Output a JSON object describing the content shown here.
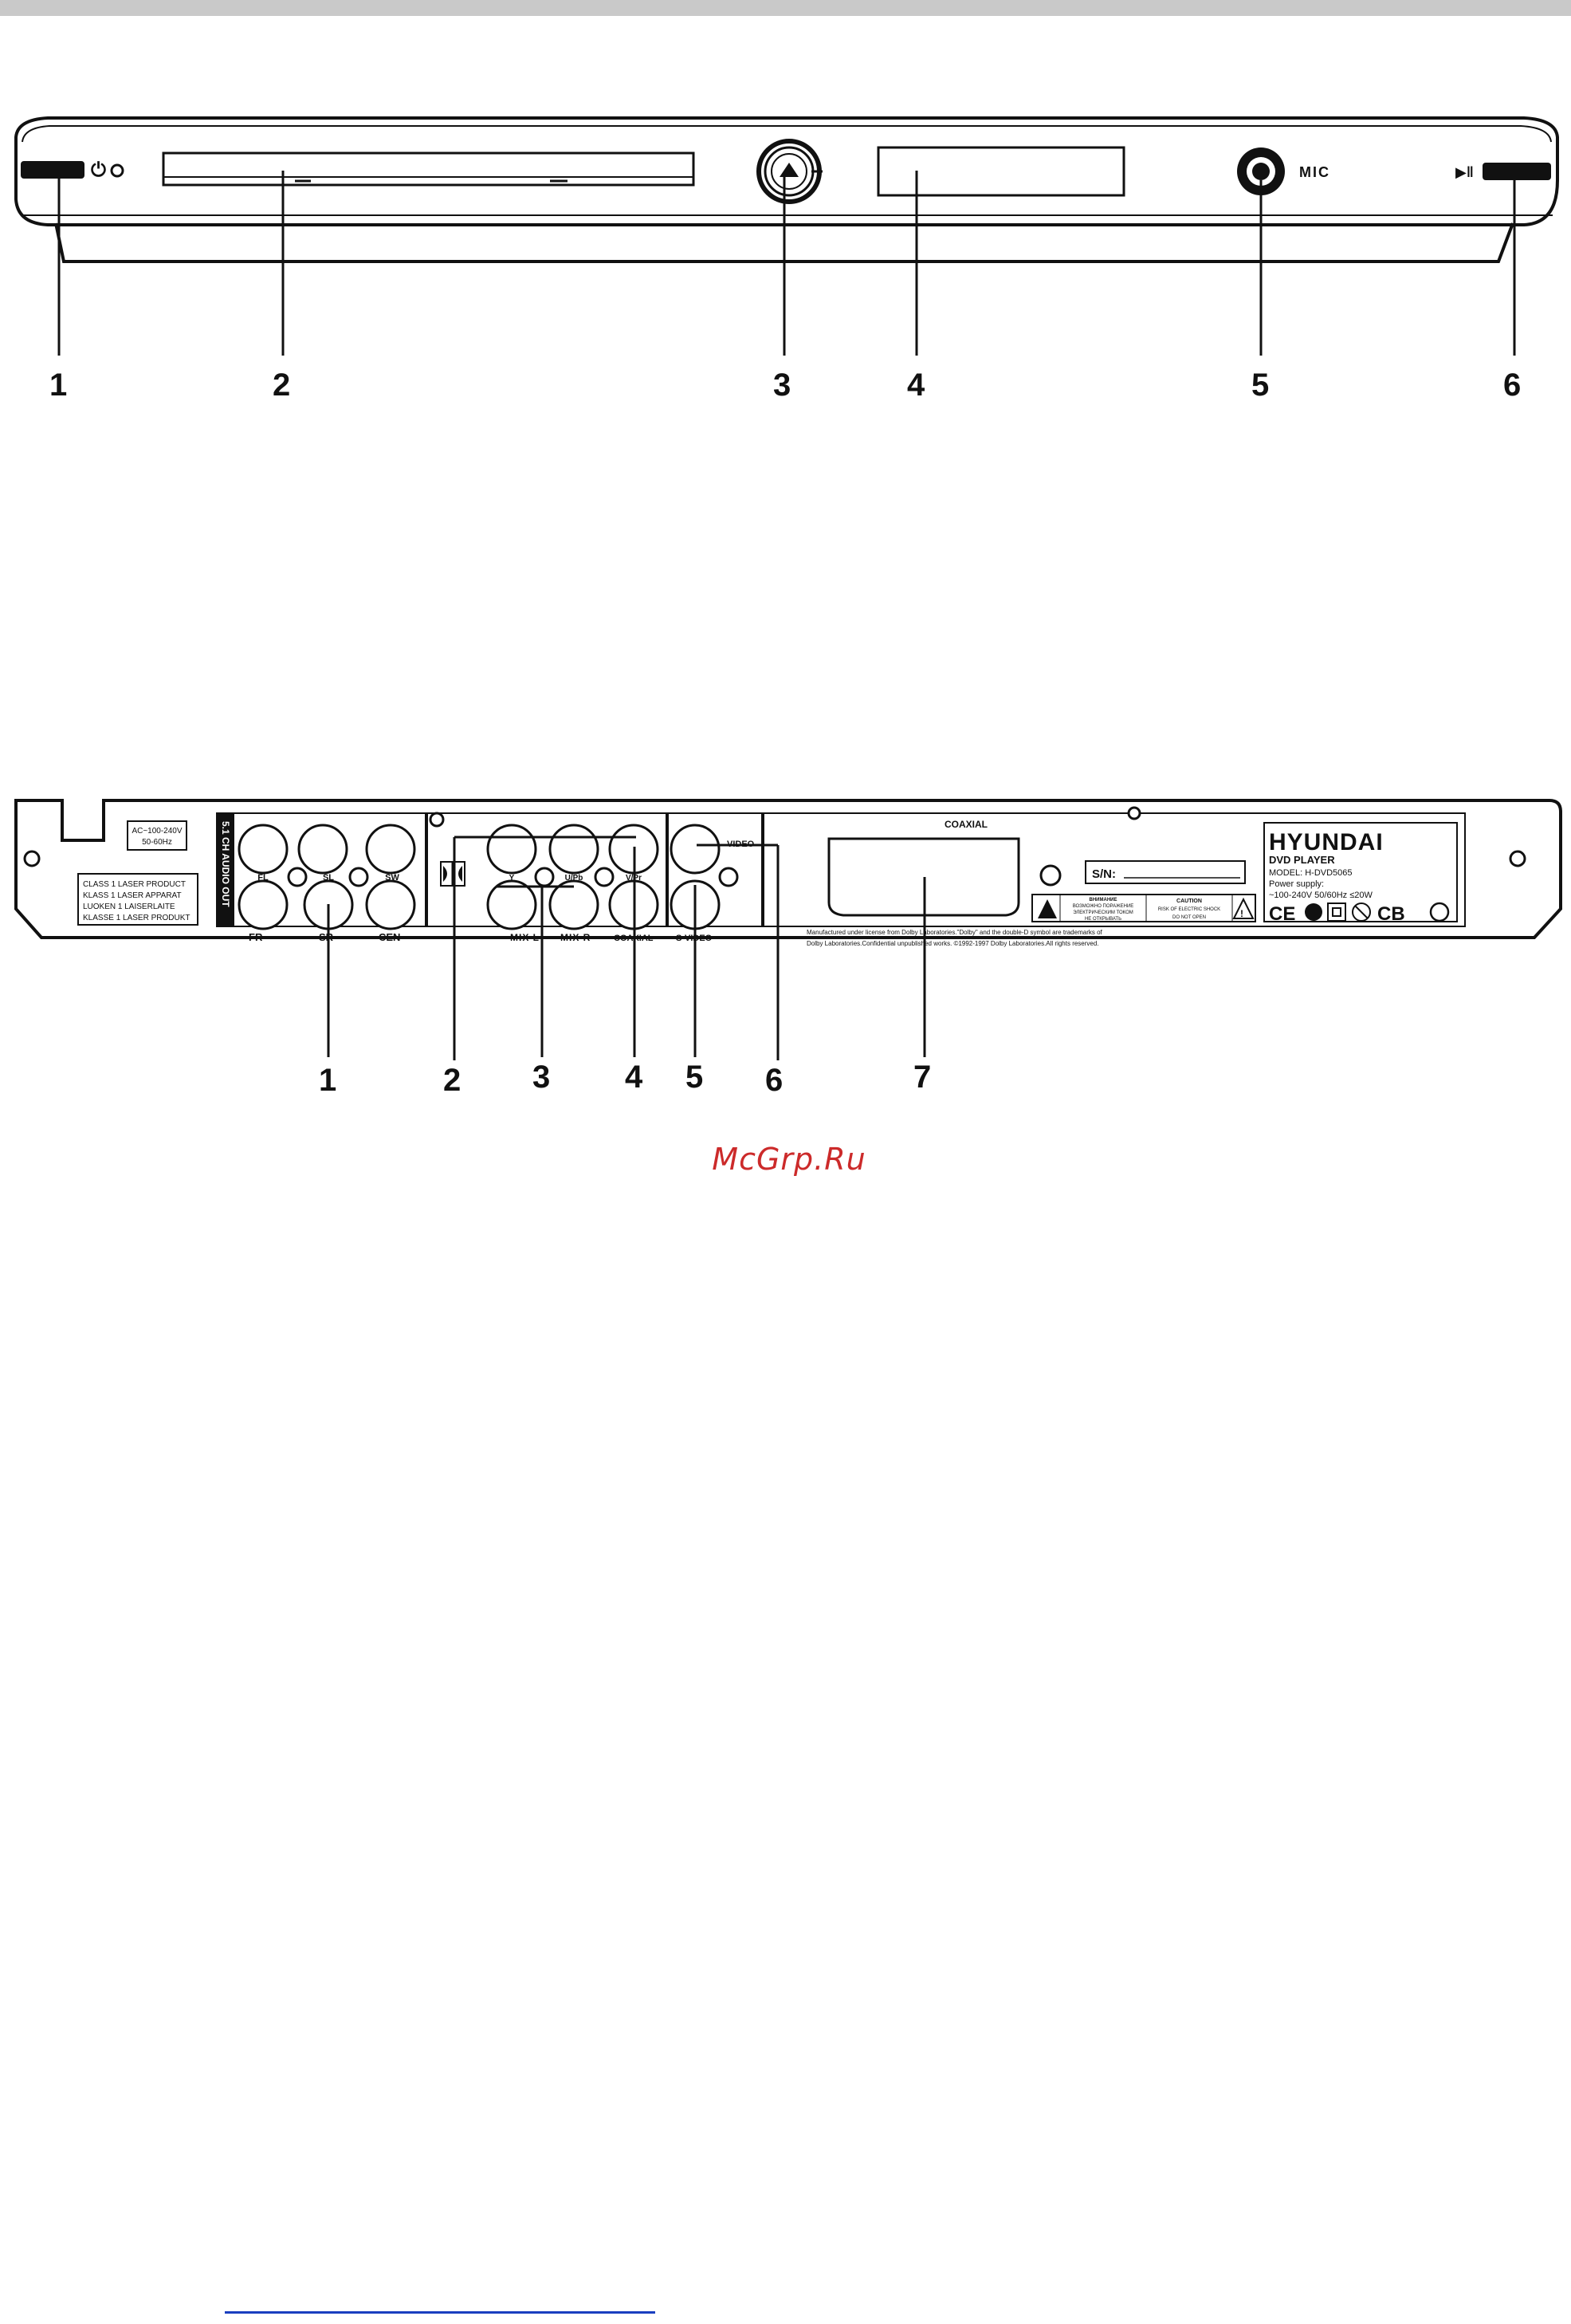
{
  "front_panel": {
    "power_symbol": "⏻",
    "mic_label": "MIC",
    "play_pause_symbol": "▶‖",
    "callouts": [
      "1",
      "2",
      "3",
      "4",
      "5",
      "6"
    ]
  },
  "rear_panel": {
    "ac_label": [
      "AC~100-240V",
      "50-60Hz"
    ],
    "laser_label": [
      "CLASS 1 LASER PRODUCT",
      "KLASS 1 LASER APPARAT",
      "LUOKEN 1 LAISERLAITE",
      "KLASSE 1 LASER PRODUKT"
    ],
    "audio_out_title": "5.1 CH AUDIO OUT",
    "jack_labels": {
      "fl": "FL",
      "sl": "SL",
      "sw": "SW",
      "fr": "FR",
      "sr": "SR",
      "cen": "CEN",
      "y": "Y",
      "ub": "U/Pb",
      "vr": "V/Pr",
      "mix_l": "MIX L",
      "mix_r": "MIX R",
      "coaxial": "COAXIAL",
      "video": "VIDEO",
      "svideo": "S-VIDEO"
    },
    "scart_label": "COAXIAL",
    "serial_label": "S/N:",
    "warning_ru": [
      "ВНИМАНИЕ",
      "ВОЗМОЖНО ПОРАЖЕНИЕ",
      "ЭЛЕКТРИЧЕСКИМ ТОКОМ",
      "НЕ ОТКРЫВАТЬ"
    ],
    "warning_en": [
      "CAUTION",
      "RISK OF ELECTRIC SHOCK",
      "DO NOT OPEN"
    ],
    "dolby_notice": [
      "Manufactured under license from Dolby Laboratories.\"Dolby\" and the double-D symbol are trademarks of",
      "Dolby Laboratories.Confidential unpublished works. ©1992-1997 Dolby Laboratories.All rights reserved."
    ],
    "brand": "HYUNDAI",
    "product": "DVD PLAYER",
    "model": "MODEL: H-DVD5065",
    "power_supply": "Power supply:",
    "power_rating": "~100-240V  50/60Hz  ≤20W",
    "cert_marks": [
      "CE",
      "CB"
    ],
    "callouts": [
      "1",
      "2",
      "3",
      "4",
      "5",
      "6",
      "7"
    ]
  },
  "watermark": "McGrp.Ru"
}
